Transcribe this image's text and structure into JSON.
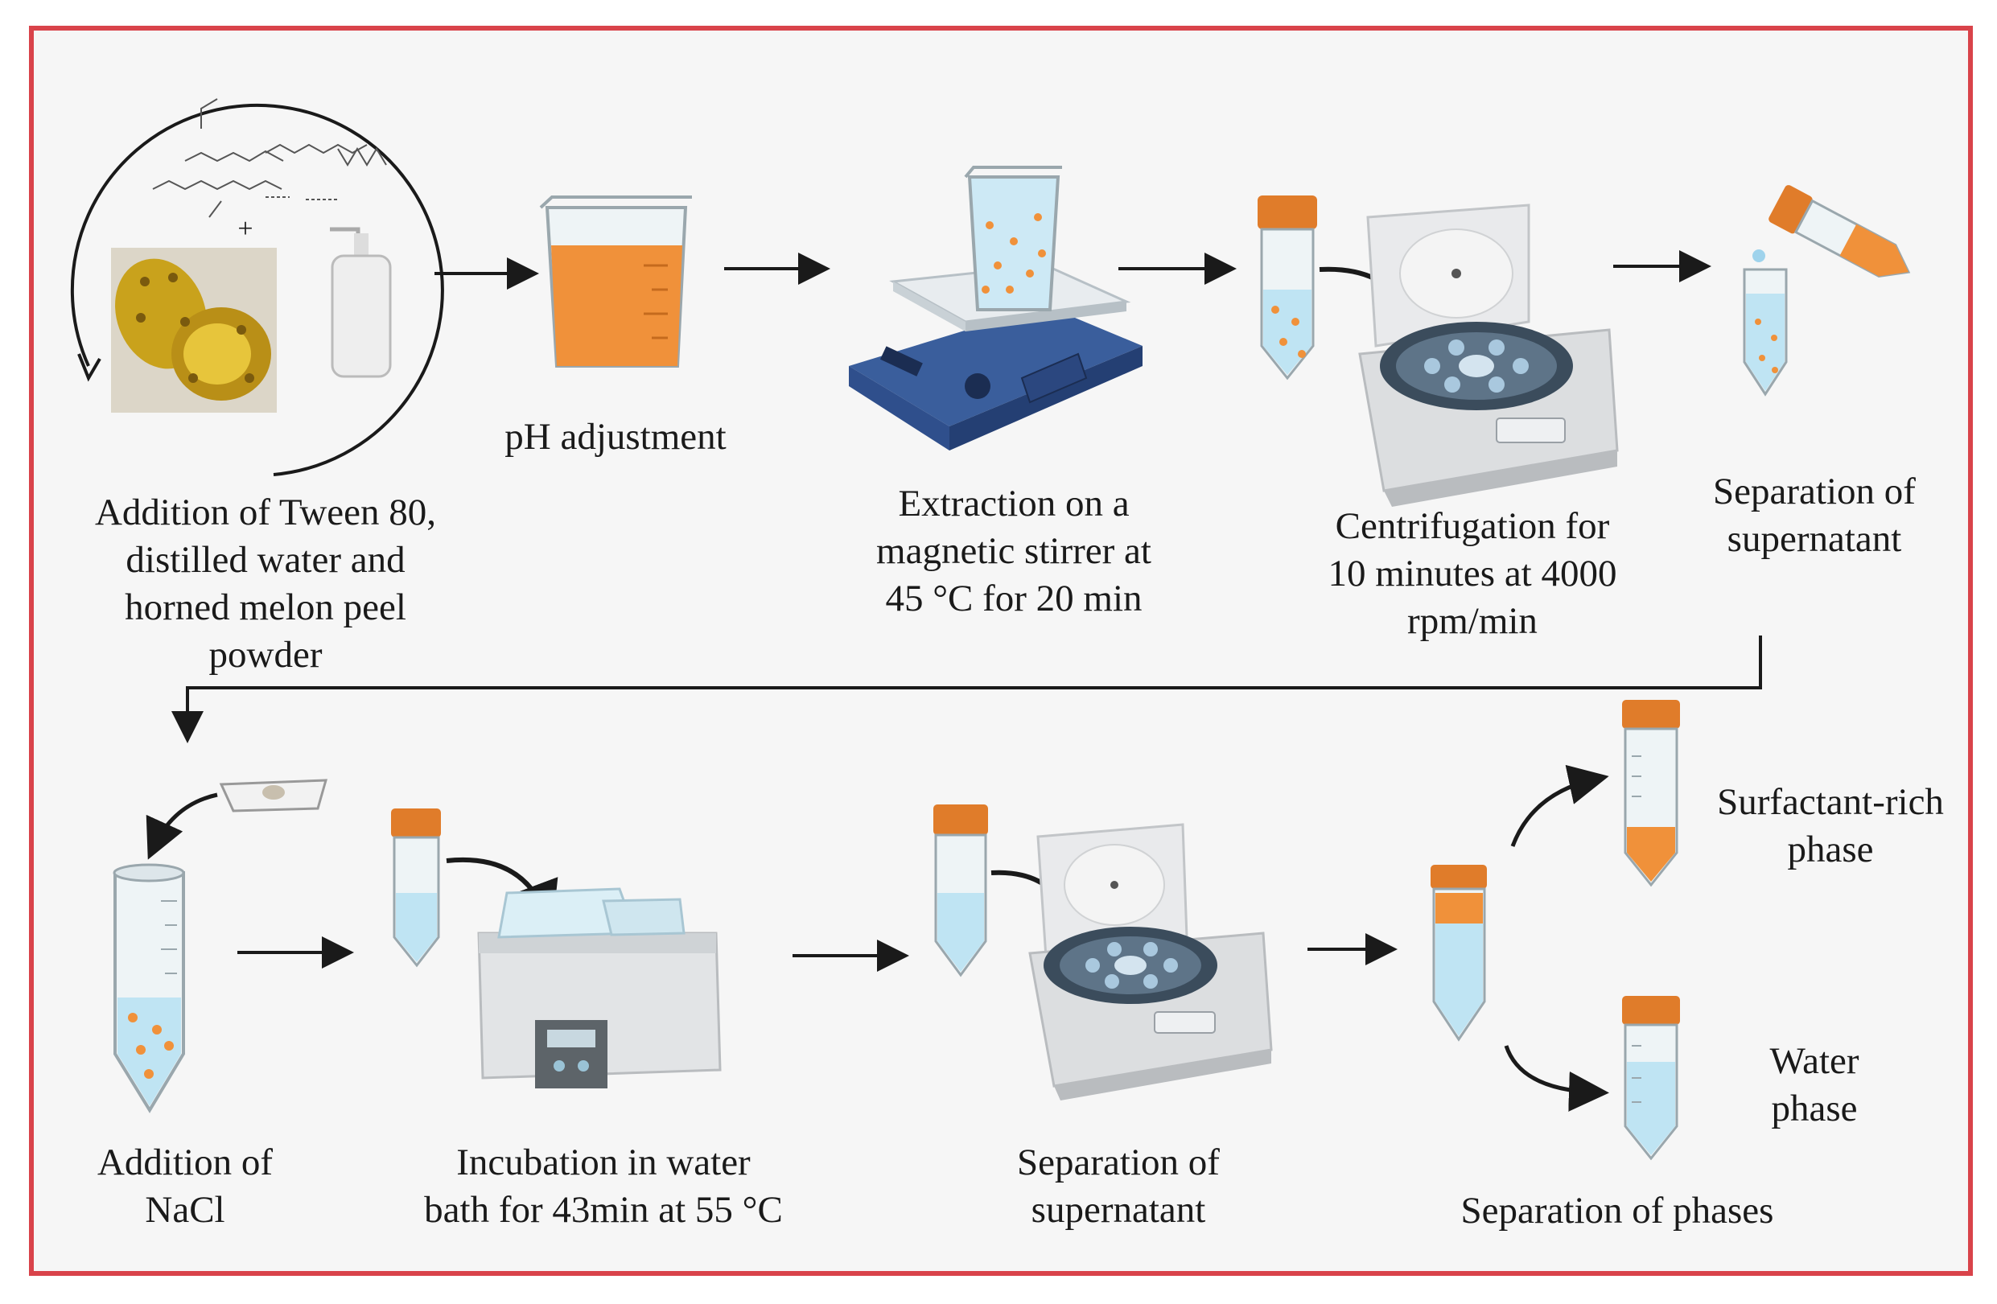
{
  "diagram": {
    "title": "Cloud point extraction workflow",
    "steps": {
      "addition": [
        "Addition of Tween 80,",
        "distilled water and",
        "horned melon peel",
        "powder"
      ],
      "ph": [
        "pH adjustment"
      ],
      "extraction": [
        "Extraction on a",
        "magnetic stirrer at",
        "45 °C for 20 min"
      ],
      "centrifugation": [
        "Centrifugation for",
        "10 minutes at 4000",
        "rpm/min"
      ],
      "separation_top": [
        "Separation of",
        "supernatant"
      ],
      "nacl": [
        "Addition of",
        "NaCl"
      ],
      "incubation": [
        "Incubation in water",
        "bath for 43min at 55 °C"
      ],
      "separation_bottom": [
        "Separation of",
        "supernatant"
      ],
      "surfactant": [
        "Surfactant-rich",
        "phase"
      ],
      "water": [
        "Water",
        "phase"
      ],
      "phases": [
        "Separation of phases"
      ]
    },
    "colors": {
      "frame": "#d9434a",
      "background": "#f6f6f6",
      "orange": "#f0913a",
      "liquid_blue": "#bfe4f3",
      "stirrer_blue": "#2f4f8c",
      "arrow": "#1a1a1a"
    }
  }
}
